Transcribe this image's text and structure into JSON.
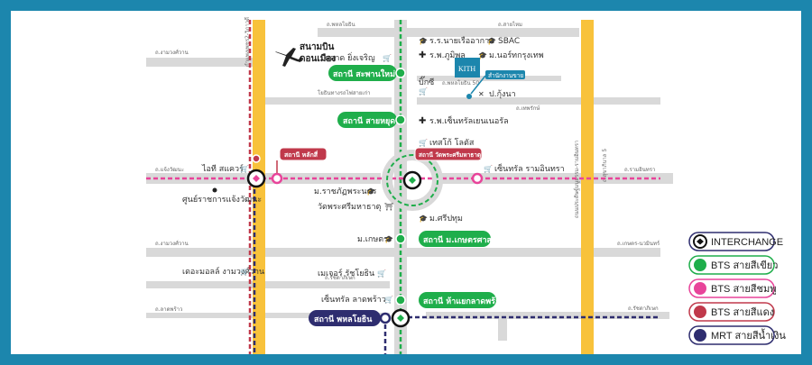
{
  "colors": {
    "frame": "#1c86ad",
    "road": "#d9d9d9",
    "yellow_road": "#f8c23b",
    "bts_green": "#1fae4b",
    "bts_pink": "#e8449a",
    "bts_red": "#c0394b",
    "mrt_blue": "#2e2d6f",
    "interchange": "#111111"
  },
  "roads": {
    "ngamwongwan_top": "ถ.งามวงศ์วาน",
    "kamphaeng_phet2": "กำแพงเพชร2-วิภาวดี",
    "chaengwattana": "ถ.แจ้งวัฒนะ",
    "phahonyothin_top": "ถ.พหลโยธิน",
    "saphan_mai": "ถ.สายไหม",
    "phahonyothin50": "ถ.พหลโยธิน 50",
    "rail_road": "โยธินทางรถไฟสายเก่า",
    "thepharak": "ถ.เทพรักษ์",
    "ramintra_right": "ถ.รามอินทรา",
    "ngamwongwan": "ถ.งามวงศ์วาน",
    "kaset_nawamin": "ถ.เกษตร-นวมินทร์",
    "ratchadaphisek": "ถ.รัชดาภิเษก",
    "lat_phrao": "ถ.ลาดพร้าว",
    "kaset_right": "ถนนประดิษฐ์มนูธรรม-รามอินทรา",
    "chaengwattana_right": "ถ.สุขาภิบาล 5",
    "ratchadaphisek2": "ถ.รัชดาภิเษก"
  },
  "places": {
    "airport": "สนามบิน\nดอนเมือง",
    "airport_l1": "สนามบิน",
    "airport_l2": "ดอนเมือง",
    "market": "ตลาด ยิ่งเจริญ",
    "navy_school": "ร.ร.นายเรืออากาศ",
    "sbac": "SBAC",
    "bhumibol": "ร.พ.ภูมิพล",
    "bangkok_univ": "ม.นอร์ทกรุงเทพ",
    "big_c": "บิ๊กซี",
    "kith": "KITH",
    "sales_office": "สำนักงานขาย",
    "post_office": "ป.กุ้งนา",
    "central_hospital": "ร.พ.เซ็นทรัลเยนเนอรัล",
    "tesco": "เทสโก้ โลตัส",
    "it_square": "ไอที สแควร์",
    "central_ramintra": "เซ็นทรัล รามอินทรา",
    "govt_center": "ศูนย์ราชการแจ้งวัฒนะ",
    "rajabhat": "ม.ราชภัฏพระนคร",
    "temple": "วัดพระศรีมหาธาตุ",
    "sripatum": "ม.ศรีปทุม",
    "kasetsart": "ม.เกษตร",
    "the_mall": "เดอะมอลล์ งามวงศ์วาน",
    "major": "เมเจอร์ รัชโยธิน",
    "central_ladprao": "เซ็นทรัล ลาดพร้าว"
  },
  "stations": {
    "saphan_mai": "สถานี สะพานใหม่",
    "sai_yud": "สถานี สายหยุด",
    "lak_si": "สถานี หลักสี่",
    "wat_phra": "สถานี วัดพระศรีมหาธาตุ",
    "kasetsart": "สถานี ม.เกษตรศาสตร์",
    "ha_yaek": "สถานี ห้าแยกลาดพร้าว",
    "phahon": "สถานี พหลโยธิน"
  },
  "legend": [
    {
      "label": "INTERCHANGE",
      "type": "interchange",
      "color": "#111111"
    },
    {
      "label": "BTS สายสีเขียว",
      "type": "bts_green",
      "color": "#1fae4b"
    },
    {
      "label": "BTS สายสีชมพู",
      "type": "bts_pink",
      "color": "#e8449a"
    },
    {
      "label": "BTS สายสีแดง",
      "type": "bts_red",
      "color": "#c0394b"
    },
    {
      "label": "MRT สายสีน้ำเงิน",
      "type": "mrt_blue",
      "color": "#2e2d6f"
    }
  ]
}
